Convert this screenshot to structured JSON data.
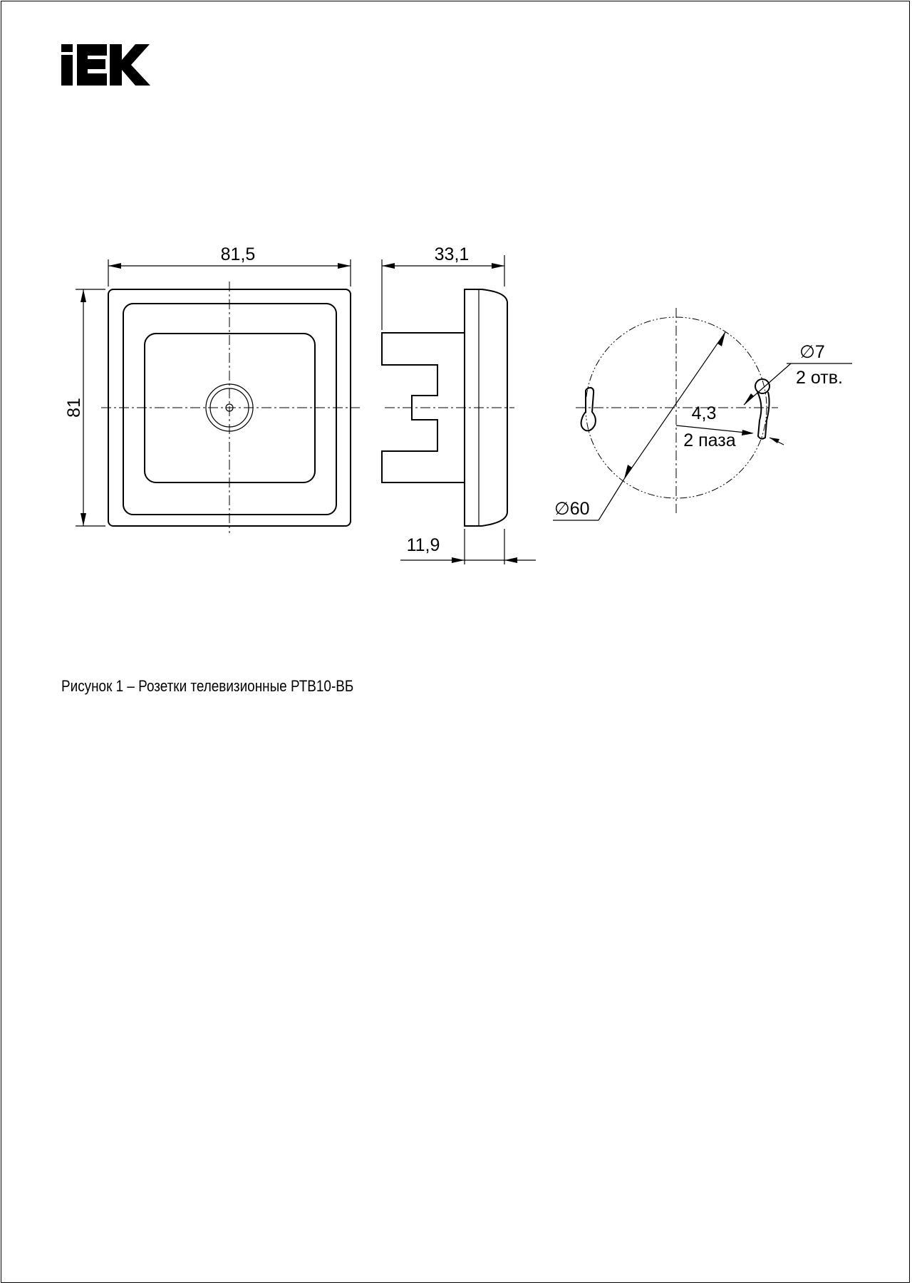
{
  "brand": {
    "logo_text": "IEK",
    "logo_color": "#000000"
  },
  "dimensions": {
    "front_width": "81,5",
    "front_height": "81",
    "side_depth": "33,1",
    "side_frame": "11,9",
    "circle_diameter": "∅60",
    "hole_diameter": "∅7",
    "hole_count": "2 отв.",
    "slot_width": "4,3",
    "slot_count": "2 паза"
  },
  "caption": "Рисунок 1 – Розетки телевизионные РТВ10-ВБ"
}
